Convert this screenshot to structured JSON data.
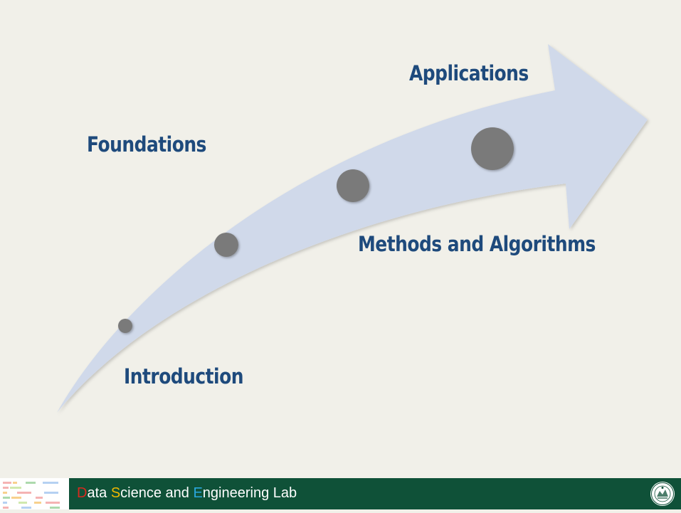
{
  "slide": {
    "stages": [
      {
        "label": "Introduction"
      },
      {
        "label": "Foundations"
      },
      {
        "label": "Methods and Algorithms"
      },
      {
        "label": "Applications"
      }
    ]
  },
  "footer": {
    "lab_name_initials": [
      "D",
      "S",
      "E"
    ],
    "lab_name_parts": [
      "ata ",
      "cience and ",
      "ngineering Lab"
    ],
    "logo_icon": "dsel-pixel-logo-icon",
    "seal_icon": "university-seal-icon"
  },
  "colors": {
    "background": "#f1f0e9",
    "arrow_fill": "#d0d9ea",
    "milestone_dot": "#7a7a7a",
    "label_text": "#1e4a7c",
    "footer_bg": "#0f5138",
    "initial_d": "#d8291e",
    "initial_s": "#f0b800",
    "initial_e": "#2aa7de"
  }
}
